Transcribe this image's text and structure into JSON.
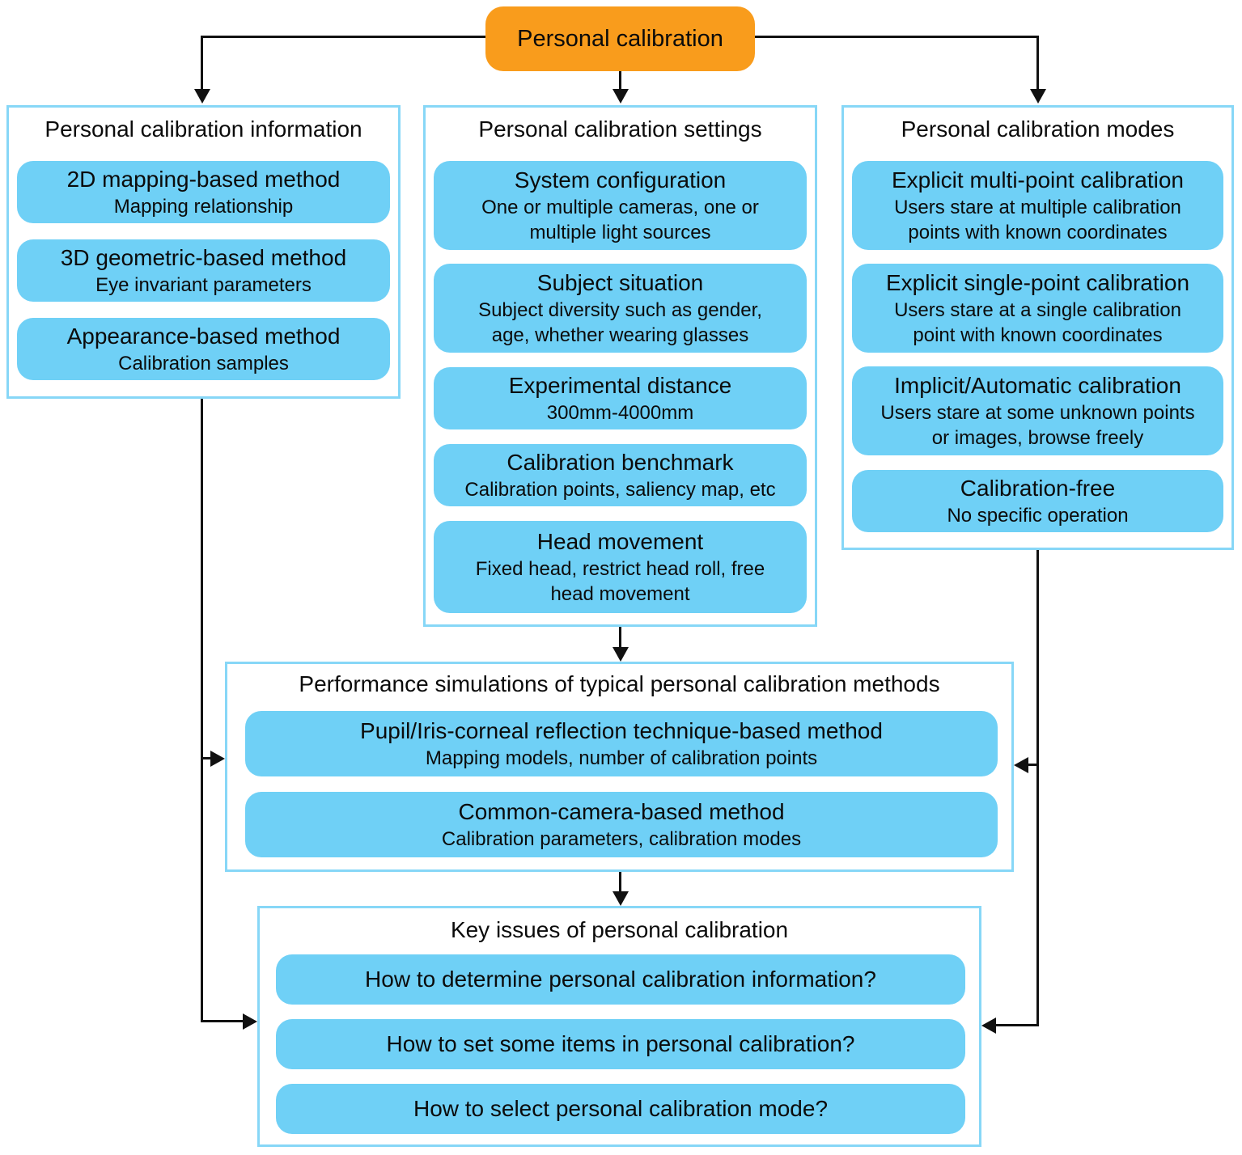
{
  "root_node": {
    "label": "Personal calibration"
  },
  "colors": {
    "node_orange": "#F99C1C",
    "node_blue": "#6FD0F6",
    "container_border": "#87D7F7",
    "arrow_color": "#111111"
  },
  "groups": {
    "information": {
      "title": "Personal calibration information",
      "items": [
        {
          "title": "2D mapping-based method",
          "subtitle": "Mapping relationship"
        },
        {
          "title": "3D geometric-based method",
          "subtitle": "Eye invariant parameters"
        },
        {
          "title": "Appearance-based method",
          "subtitle": "Calibration samples"
        }
      ]
    },
    "settings": {
      "title": "Personal calibration settings",
      "items": [
        {
          "title": "System configuration",
          "subtitle": "One or multiple cameras, one or\nmultiple light sources"
        },
        {
          "title": "Subject situation",
          "subtitle": "Subject diversity such as gender,\nage, whether wearing glasses"
        },
        {
          "title": "Experimental distance",
          "subtitle": "300mm-4000mm"
        },
        {
          "title": "Calibration benchmark",
          "subtitle": "Calibration points, saliency map, etc"
        },
        {
          "title": "Head movement",
          "subtitle": "Fixed head, restrict head roll, free\nhead movement"
        }
      ]
    },
    "modes": {
      "title": "Personal calibration modes",
      "items": [
        {
          "title": "Explicit multi-point calibration",
          "subtitle": "Users stare at multiple calibration\npoints with known coordinates"
        },
        {
          "title": "Explicit single-point calibration",
          "subtitle": "Users stare at a single calibration\npoint with known coordinates"
        },
        {
          "title": "Implicit/Automatic calibration",
          "subtitle": "Users stare at some unknown points\nor images, browse freely"
        },
        {
          "title": "Calibration-free",
          "subtitle": "No specific operation"
        }
      ]
    },
    "simulations": {
      "title": "Performance simulations of typical personal calibration methods",
      "items": [
        {
          "title": "Pupil/Iris-corneal reflection technique-based method",
          "subtitle": "Mapping models, number of calibration points"
        },
        {
          "title": "Common-camera-based method",
          "subtitle": "Calibration parameters, calibration modes"
        }
      ]
    },
    "key_issues": {
      "title": "Key issues of personal calibration",
      "items": [
        {
          "title": "How to determine personal calibration information?"
        },
        {
          "title": "How to set some items in personal calibration?"
        },
        {
          "title": "How to select personal calibration mode?"
        }
      ]
    }
  }
}
